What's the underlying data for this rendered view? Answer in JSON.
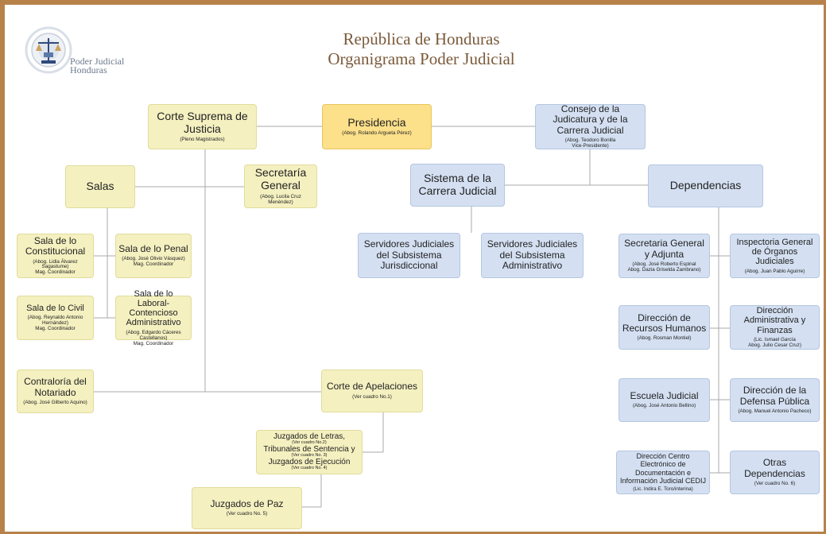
{
  "header": {
    "title_line1": "República de Honduras",
    "title_line2": "Organigrama Poder Judicial",
    "logo_line1": "Poder Judicial",
    "logo_line2": "Honduras"
  },
  "boxes": {
    "corte_suprema": {
      "title": "Corte Suprema de Justicia",
      "sub": "(Pleno Magistrados)"
    },
    "presidencia": {
      "title": "Presidencia",
      "sub": "(Abog. Rolando Argueta Pérez)"
    },
    "consejo": {
      "title": "Consejo de la Judicatura y de la Carrera Judicial",
      "sub1": "(Abog. Teodoro Bonilla",
      "sub2": "Vice-Presidente)"
    },
    "salas": {
      "title": "Salas"
    },
    "secretaria_general": {
      "title": "Secretaría General",
      "sub": "(Abog. Lucila Cruz Menéndez)"
    },
    "sistema_carrera": {
      "title": "Sistema de la Carrera Judicial"
    },
    "dependencias": {
      "title": "Dependencias"
    },
    "sala_constitucional": {
      "title": "Sala de lo Constitucional",
      "sub1": "(Abog. Lidia Álvarez Sagastume)",
      "sub2": "Mag. Coordinador"
    },
    "sala_penal": {
      "title": "Sala de lo Penal",
      "sub1": "(Abog. José Olivio Vásquez)",
      "sub2": "Mag. Coordinador"
    },
    "sala_civil": {
      "title": "Sala de lo Civil",
      "sub1": "(Abog. Reynaldo Antonio Hernández)",
      "sub2": "Mag. Coordinador"
    },
    "sala_laboral": {
      "title": "Sala de lo Laboral-Contencioso Administrativo",
      "sub1": "(Abog. Edgardo Cáceres Castellanos)",
      "sub2": "Mag. Coordinador"
    },
    "servidores_jurisdiccional": {
      "title": "Servidores Judiciales del Subsistema Jurisdiccional"
    },
    "servidores_administrativo": {
      "title": "Servidores Judiciales del Subsistema Administrativo"
    },
    "secretaria_adjunta": {
      "title": "Secretaria General y Adjunta",
      "sub1": "(Abog. José Roberto Espinal",
      "sub2": "Abog. Dazia Griselda Zambrano)"
    },
    "inspectoria": {
      "title": "Inspectoria General de Órganos Judiciales",
      "sub": "(Abog. Juan Pablo Aguirre)"
    },
    "recursos_humanos": {
      "title": "Dirección de Recursos Humanos",
      "sub": "(Abog. Rosman Montiel)"
    },
    "dir_administrativa": {
      "title": "Dirección Administrativa y Finanzas",
      "sub1": "(Lic. Ismael García",
      "sub2": "Abog. Julio Cesar Cruz)"
    },
    "escuela_judicial": {
      "title": "Escuela Judicial",
      "sub": "(Abog. José Antonio Bellino)"
    },
    "defensa_publica": {
      "title": "Dirección de la Defensa Pública",
      "sub": "(Abog. Manuel Antonio Pacheco)"
    },
    "cedij": {
      "title": "Dirección Centro Electrónico de Documentación e Información Judicial CEDIJ",
      "sub": "(Lic. Indira E. Toro/interina)"
    },
    "otras_dependencias": {
      "title": "Otras Dependencias",
      "sub": "(Ver cuadro No. 6)"
    },
    "contraloria": {
      "title": "Contraloría del Notariado",
      "sub": "(Abog. José Gilberto Aquino)"
    },
    "corte_apelaciones": {
      "title": "Corte de Apelaciones",
      "sub": "(Ver cuadro No.1)"
    },
    "juzgados_letras": {
      "l1": "Juzgados de Letras,",
      "s1": "(Ver cuadro No.2)",
      "l2": "Tribunales de Sentencia y",
      "s2": "(Ver cuadro No. 3)",
      "l3": "Juzgados de Ejecución",
      "s3": "(Ver cuadro No. 4)"
    },
    "juzgados_paz": {
      "title": "Juzgados de Paz",
      "sub": "(Ver cuadro No. 5)"
    }
  },
  "colors": {
    "frame": "#b7824a",
    "yellow_box": "#f4f0c0",
    "orange_box": "#fce08a",
    "blue_box": "#d4e0f2",
    "line": "#a9a9a9"
  }
}
